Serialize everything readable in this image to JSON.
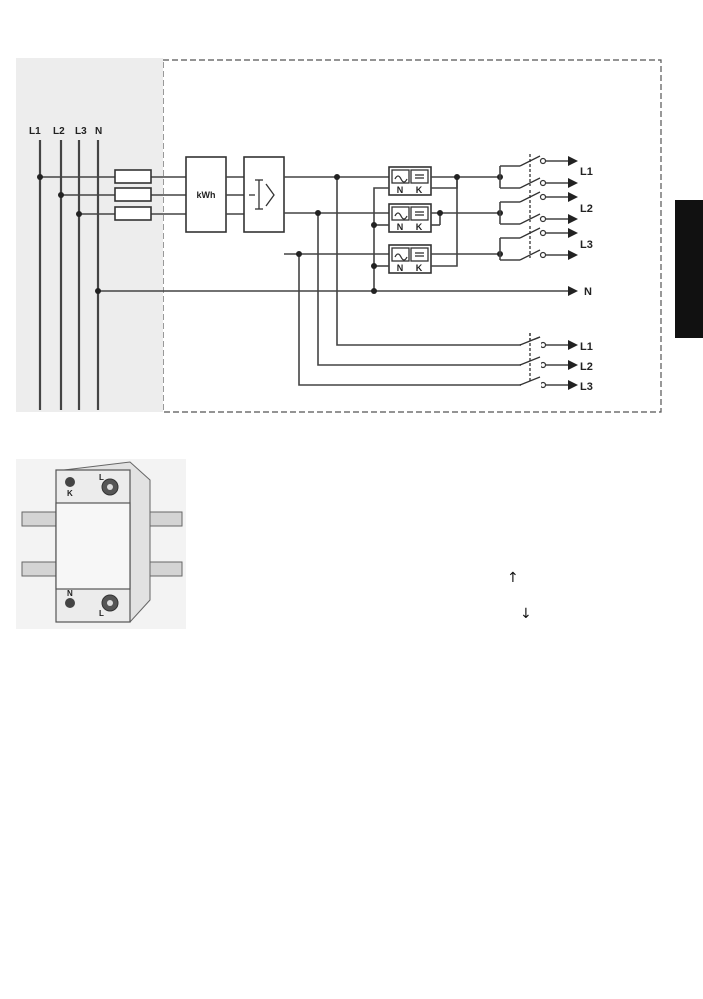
{
  "bus_labels": [
    "L1",
    "L2",
    "L3",
    "N"
  ],
  "meter_label": "kWh",
  "relay_labels": {
    "n": "N",
    "k": "K"
  },
  "outputs_upper": [
    "L1",
    "L2",
    "L3",
    "N"
  ],
  "outputs_lower": [
    "L1",
    "L2",
    "L3"
  ],
  "device_terminals": {
    "top_left": "K",
    "top_right": "L",
    "bottom_left": "N",
    "bottom_right": "L"
  },
  "arrows": {
    "up": "↑",
    "down": "↓"
  },
  "colors": {
    "line": "#444444",
    "panel_border": "#555555",
    "background": "#ffffff",
    "side_tab": "#111111"
  }
}
